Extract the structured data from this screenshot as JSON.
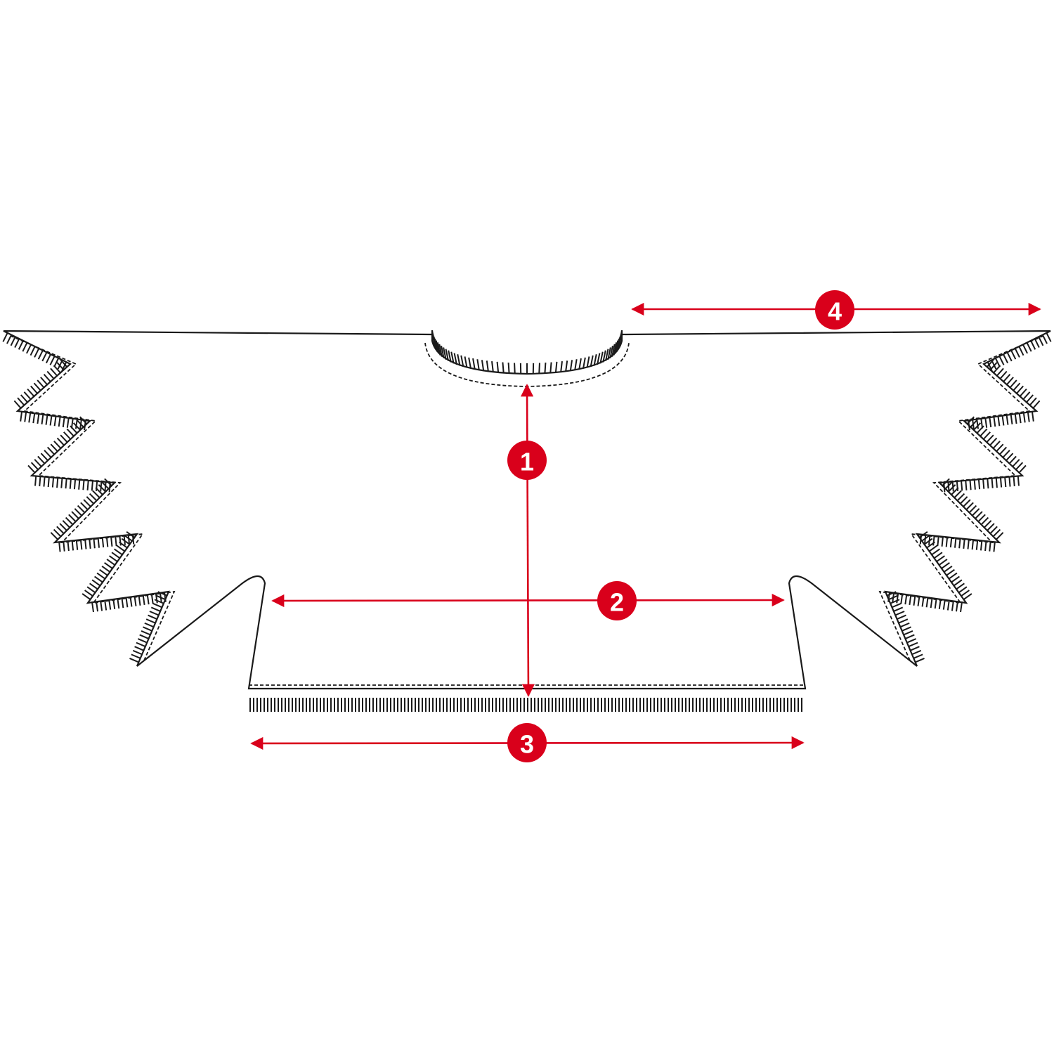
{
  "diagram": {
    "accent_color": "#d9001b",
    "line_color": "#1a1a1a",
    "measurements": [
      {
        "id": "m1",
        "label": "1",
        "orientation": "vertical"
      },
      {
        "id": "m2",
        "label": "2",
        "orientation": "horizontal"
      },
      {
        "id": "m3",
        "label": "3",
        "orientation": "horizontal"
      },
      {
        "id": "m4",
        "label": "4",
        "orientation": "horizontal"
      }
    ]
  }
}
